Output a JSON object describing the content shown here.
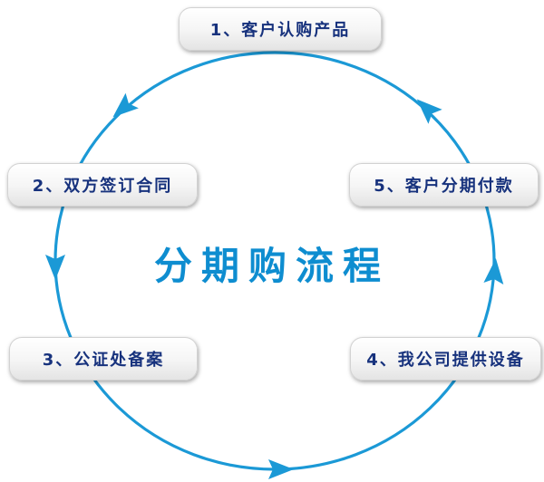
{
  "title": "分期购流程",
  "steps": [
    {
      "label": "1、客户认购产品"
    },
    {
      "label": "2、双方签订合同"
    },
    {
      "label": "3、公证处备案"
    },
    {
      "label": "4、我公司提供设备"
    },
    {
      "label": "5、客户分期付款"
    }
  ],
  "flow_direction": "counterclockwise",
  "colors": {
    "circle": "#1b99d6",
    "title": "#0e8dd0",
    "step_text": "#17327d"
  }
}
